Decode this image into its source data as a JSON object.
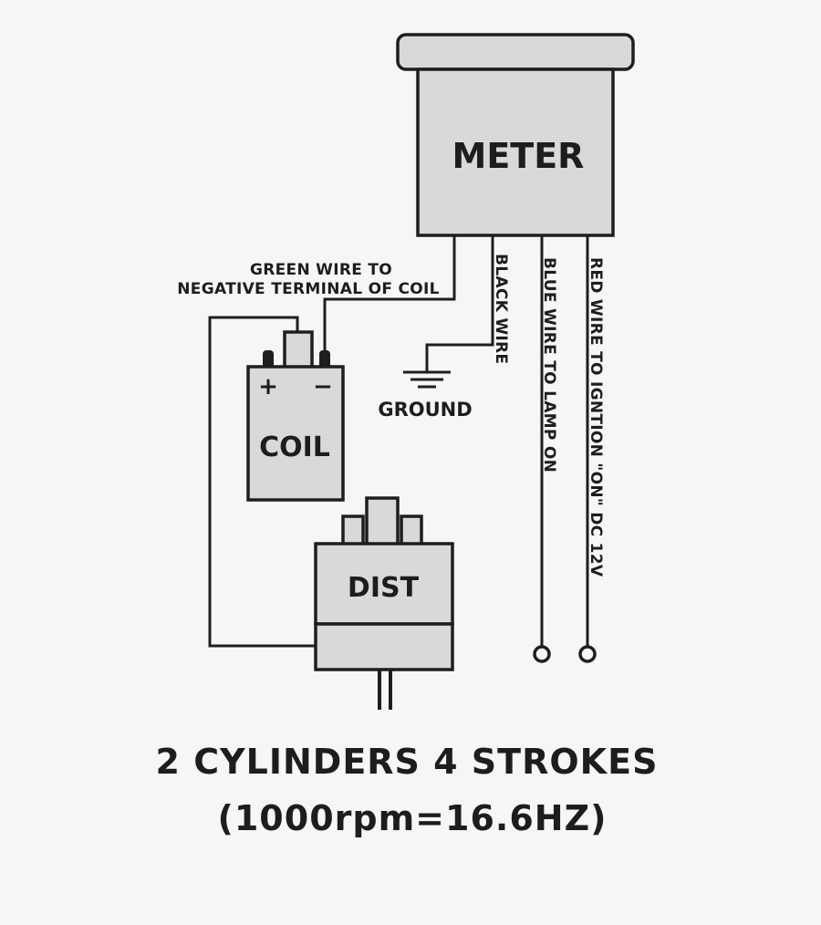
{
  "diagram": {
    "meter_label": "METER",
    "coil_label": "COIL",
    "dist_label": "DIST",
    "ground_label": "GROUND",
    "coil_plus": "+",
    "coil_minus": "−",
    "green_wire_line1": "GREEN WIRE TO",
    "green_wire_line2": "NEGATIVE TERMINAL OF COIL",
    "black_wire_label": "BLACK WIRE",
    "blue_wire_label": "BLUE WIRE TO LAMP ON",
    "red_wire_label": "RED WIRE TO IGNTION \"ON\"  DC 12V",
    "title_line1": "2 CYLINDERS 4 STROKES",
    "title_line2": "(1000rpm=16.6HZ)"
  },
  "colors": {
    "ink": "#1e1e1e",
    "component_fill": "#d9d9dc",
    "background": "#f6f6f4"
  }
}
